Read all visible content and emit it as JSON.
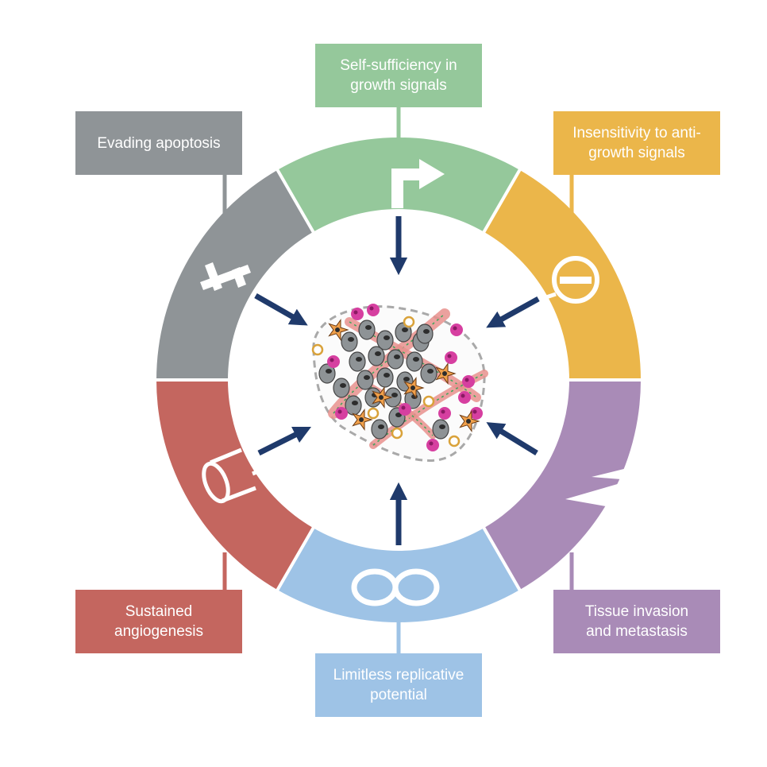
{
  "hallmarks": [
    {
      "id": "growth",
      "lines": [
        "Self-sufficiency in",
        "growth signals"
      ],
      "color": "#95c89b"
    },
    {
      "id": "antigrowth",
      "lines": [
        "Insensitivity to anti-",
        "growth signals"
      ],
      "color": "#ebb64a"
    },
    {
      "id": "invasion",
      "lines": [
        "Tissue invasion",
        "and metastasis"
      ],
      "color": "#a98bb7"
    },
    {
      "id": "replicative",
      "lines": [
        "Limitless replicative",
        "potential"
      ],
      "color": "#9ec3e6"
    },
    {
      "id": "angiogenesis",
      "lines": [
        "Sustained",
        "angiogenesis"
      ],
      "color": "#c4665f"
    },
    {
      "id": "apoptosis",
      "lines": [
        "Evading apoptosis"
      ],
      "color": "#8f9497"
    }
  ],
  "arrow_color": "#1f3a6b",
  "icons": [
    "growth-arrow-icon",
    "minus-circle-icon",
    "jagged-edge-icon",
    "infinity-icon",
    "vessel-tube-icon",
    "cross-icon"
  ]
}
